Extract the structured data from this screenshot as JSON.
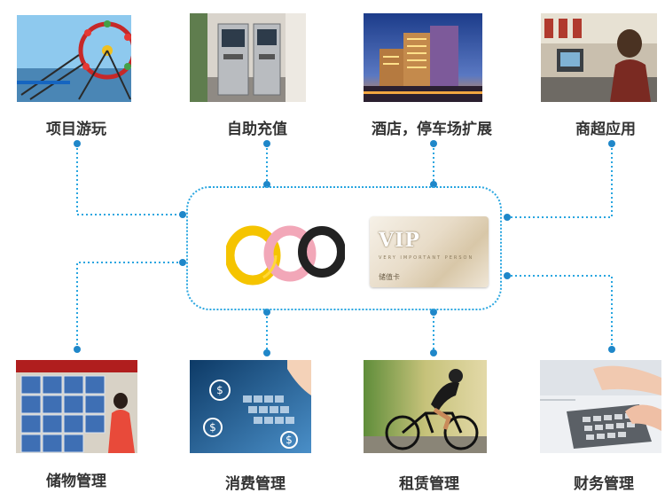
{
  "top_items": [
    {
      "label": "项目游玩",
      "icon": "ferris-wheel-photo"
    },
    {
      "label": "自助充值",
      "icon": "self-service-kiosk-photo"
    },
    {
      "label": "酒店，停车场扩展",
      "icon": "hotel-building-photo"
    },
    {
      "label": "商超应用",
      "icon": "supermarket-checkout-photo"
    }
  ],
  "bottom_items": [
    {
      "label": "储物管理",
      "icon": "lockers-photo"
    },
    {
      "label": "消费管理",
      "icon": "payment-keyboard-photo"
    },
    {
      "label": "租赁管理",
      "icon": "cyclist-photo"
    },
    {
      "label": "财务管理",
      "icon": "calculator-photo"
    }
  ],
  "hub": {
    "wristbands_icon": "silicone-wristbands-photo",
    "card_logo": "VIP",
    "card_subtitle": "VERY IMPORTANT PERSON",
    "card_name": "储值卡"
  },
  "colors": {
    "connector": "#2aa6e0",
    "label": "#333333"
  }
}
